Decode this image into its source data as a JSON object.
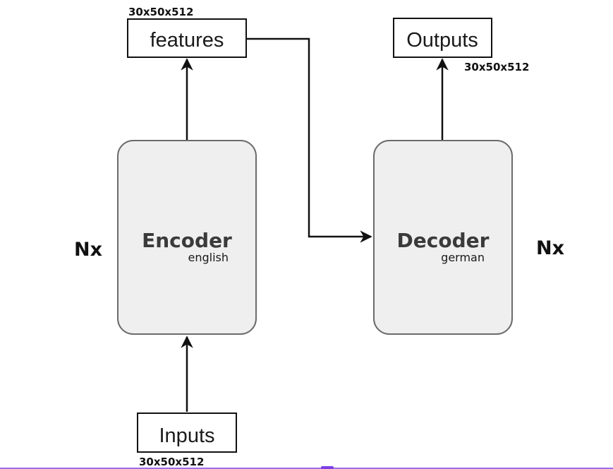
{
  "nodes": {
    "features": {
      "label": "features",
      "dims": "30x50x512"
    },
    "outputs": {
      "label": "Outputs",
      "dims": "30x50x512"
    },
    "inputs": {
      "label": "Inputs",
      "dims": "30x50x512"
    },
    "encoder": {
      "title": "Encoder",
      "subtitle": "english",
      "repeat": "Nx"
    },
    "decoder": {
      "title": "Decoder",
      "subtitle": "german",
      "repeat": "Nx"
    }
  },
  "edges": [
    {
      "from": "inputs",
      "to": "encoder"
    },
    {
      "from": "encoder",
      "to": "features"
    },
    {
      "from": "features",
      "to": "decoder"
    },
    {
      "from": "decoder",
      "to": "outputs"
    }
  ],
  "colors": {
    "block_fill": "#efefef",
    "block_stroke": "#6b6b6b",
    "line": "#111111",
    "bottom_rule": "#7b3fe4"
  }
}
